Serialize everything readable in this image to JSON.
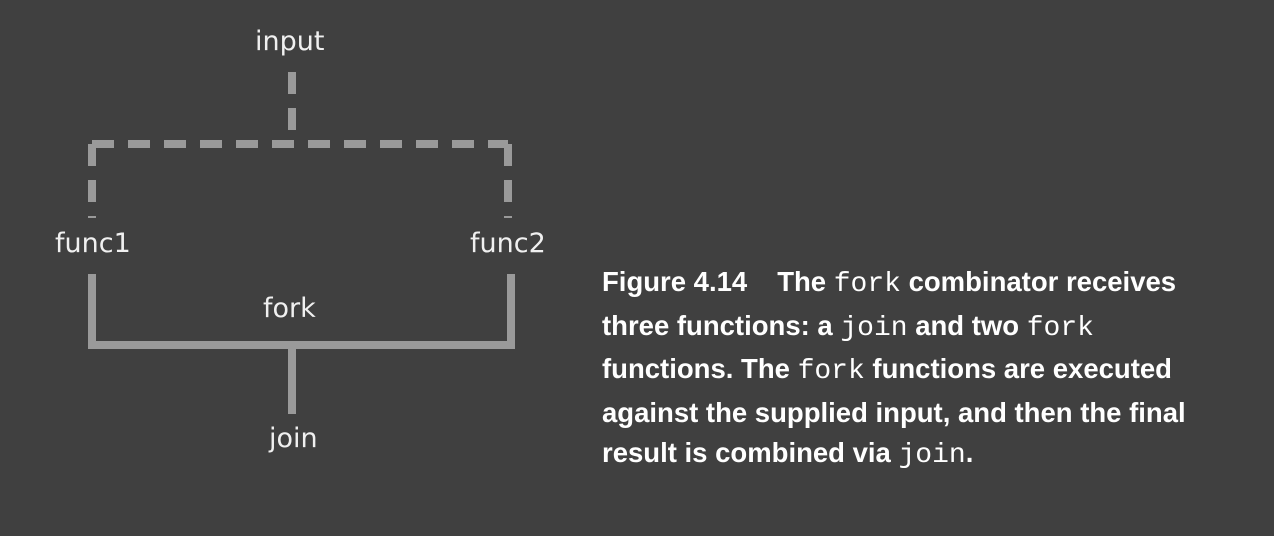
{
  "diagram": {
    "nodes": {
      "input": "input",
      "func1": "func1",
      "func2": "func2",
      "fork": "fork",
      "join": "join"
    },
    "colors": {
      "background": "#404040",
      "connector": "#9a9a9a",
      "text": "#f0f0f0"
    }
  },
  "caption": {
    "figure_number": "Figure 4.14",
    "line1_pre": "The ",
    "line1_code": "fork",
    "line1_post": " combinator receives",
    "line2_pre": "three functions: a ",
    "line2_code1": "join",
    "line2_mid": " and two ",
    "line2_code2": "fork",
    "line3_pre": "functions. The ",
    "line3_code": "fork",
    "line3_post": " functions are executed",
    "line4": "against the supplied input, and then the final",
    "line5_pre": "result is combined via ",
    "line5_code": "join",
    "line5_post": "."
  }
}
